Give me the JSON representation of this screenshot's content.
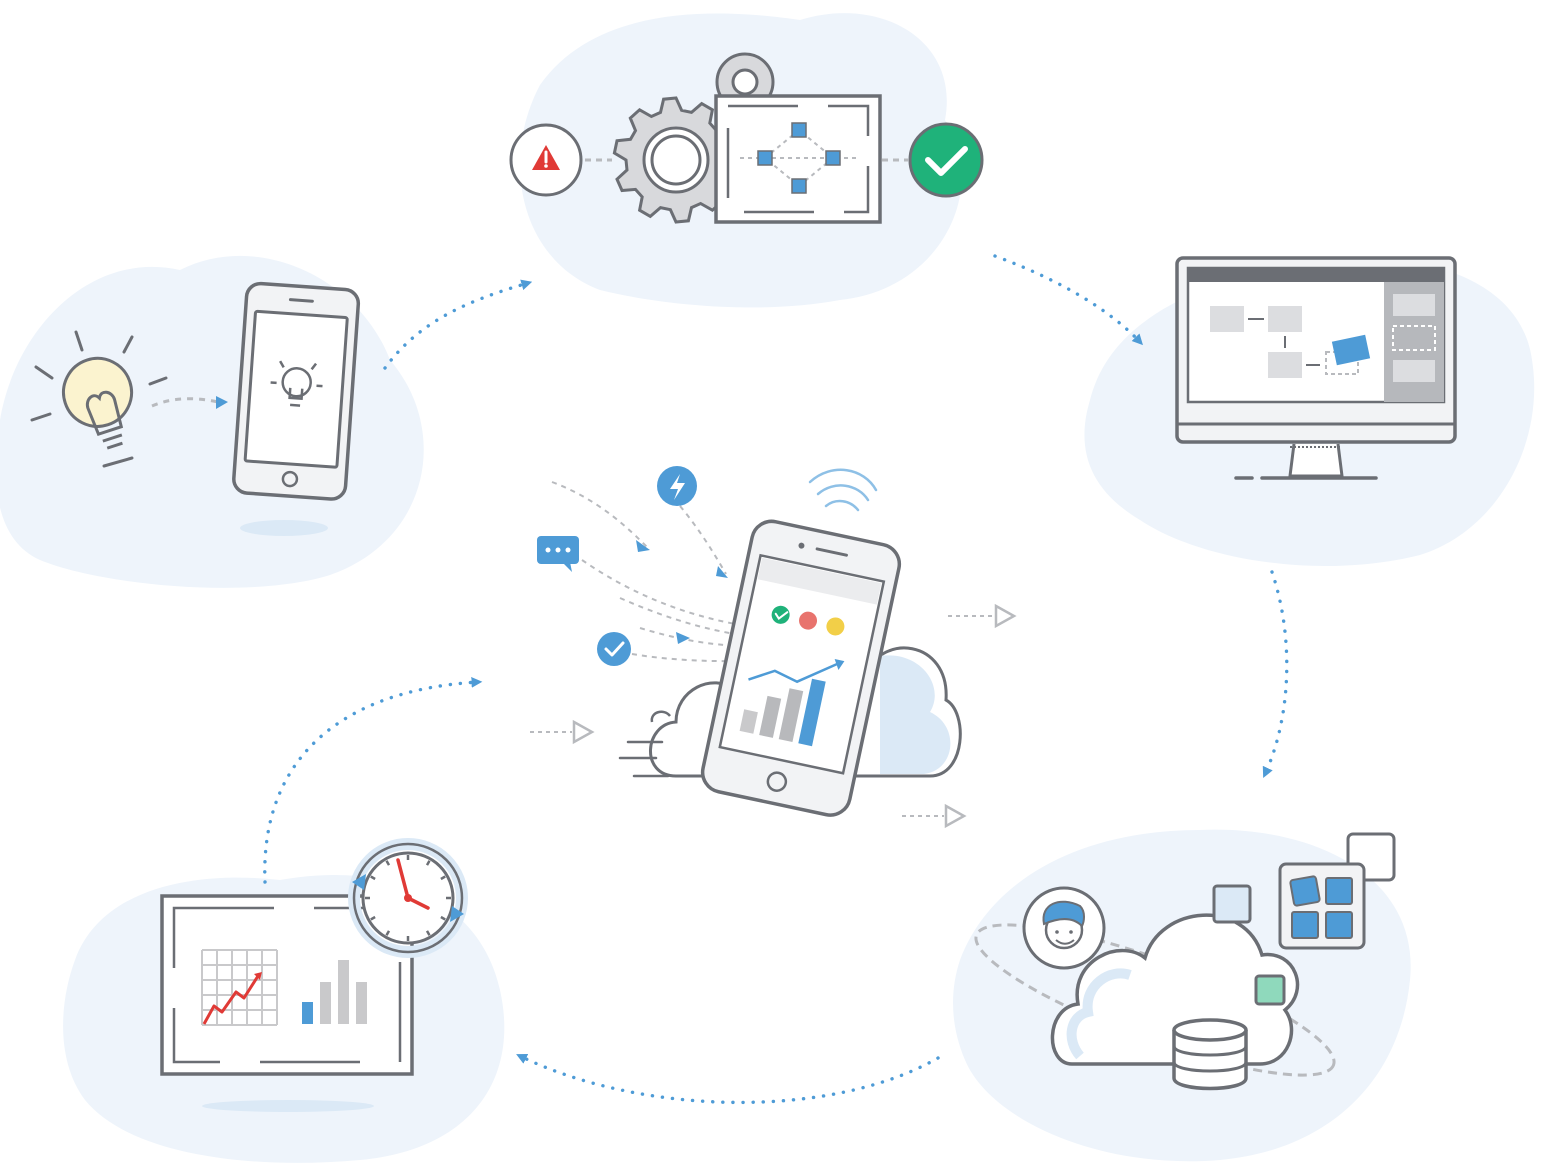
{
  "palette": {
    "blob": "#eef4fb",
    "line": "#6b6e74",
    "lightFill": "#f2f3f5",
    "blue": "#4e9bd6",
    "blueLight": "#dbe9f6",
    "green": "#1fb27a",
    "red": "#e03a36",
    "yellow": "#f2cf48",
    "coral": "#e8736d",
    "gray": "#c9c9cb",
    "gear": "#d8d9dc",
    "mint": "#8fd9bc"
  },
  "cycle": {
    "direction": "clockwise",
    "stages": [
      {
        "id": "idea-to-mobile",
        "icons": [
          "lightbulb-icon",
          "smartphone-icon"
        ]
      },
      {
        "id": "configure-and-validate",
        "icons": [
          "warning-icon",
          "gear-icon",
          "blueprint-diagram-icon",
          "checkmark-icon"
        ]
      },
      {
        "id": "design-on-desktop",
        "icons": [
          "desktop-monitor-icon",
          "wireframe-icon"
        ]
      },
      {
        "id": "cloud-deployment",
        "icons": [
          "cloud-icon",
          "database-icon",
          "user-avatar-icon",
          "app-tiles-icon"
        ]
      },
      {
        "id": "monitor-over-time",
        "icons": [
          "dashboard-board-icon",
          "refresh-clock-icon",
          "bar-chart-icon",
          "line-chart-icon"
        ]
      }
    ],
    "hub": {
      "id": "mobile-app-hub",
      "icons": [
        "smartphone-icon",
        "lightning-notification-icon",
        "chat-notification-icon",
        "check-notification-icon",
        "wifi-signal-icon",
        "cloud-icon"
      ]
    }
  }
}
